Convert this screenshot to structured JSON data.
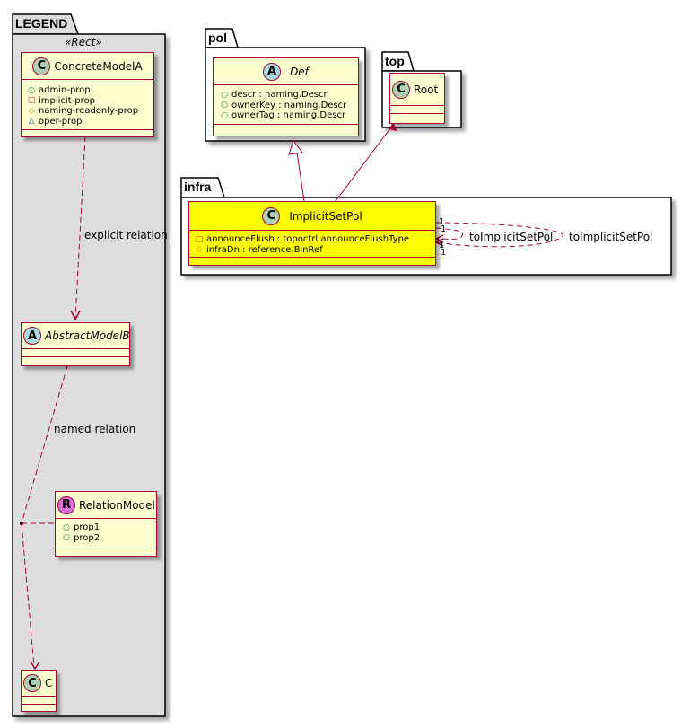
{
  "legend": {
    "package_name": "LEGEND",
    "stereotype": "«Rect»",
    "classes": {
      "concrete_model_a": {
        "kind": "C",
        "name": "ConcreteModelA",
        "attrs": [
          {
            "vis": "public",
            "symbol": "○",
            "text": "admin-prop"
          },
          {
            "vis": "private",
            "symbol": "□",
            "text": "implicit-prop"
          },
          {
            "vis": "protected",
            "symbol": "◇",
            "text": "naming-readonly-prop"
          },
          {
            "vis": "package",
            "symbol": "△",
            "text": "oper-prop"
          }
        ]
      },
      "abstract_model_b": {
        "kind": "A",
        "name": "AbstractModelB"
      },
      "relation_model": {
        "kind": "R",
        "name": "RelationModel",
        "attrs": [
          {
            "vis": "public",
            "symbol": "○",
            "text": "prop1"
          },
          {
            "vis": "public",
            "symbol": "○",
            "text": "prop2"
          }
        ]
      },
      "c": {
        "kind": "C",
        "name": "C"
      }
    },
    "relations": {
      "explicit": "explicit relation",
      "named": "named relation"
    }
  },
  "packages": {
    "pol": {
      "name": "pol",
      "class": {
        "kind": "A",
        "name": "Def",
        "attrs": [
          {
            "vis": "public",
            "symbol": "○",
            "text": "descr : naming.Descr"
          },
          {
            "vis": "public",
            "symbol": "○",
            "text": "ownerKey : naming.Descr"
          },
          {
            "vis": "public",
            "symbol": "○",
            "text": "ownerTag : naming.Descr"
          }
        ]
      }
    },
    "top": {
      "name": "top",
      "class": {
        "kind": "C",
        "name": "Root"
      }
    },
    "infra": {
      "name": "infra",
      "class": {
        "kind": "C",
        "name": "ImplicitSetPol",
        "highlight_color": "#FFFF00",
        "attrs": [
          {
            "vis": "private",
            "symbol": "□",
            "text": "announceFlush : topoctrl.announceFlushType"
          },
          {
            "vis": "protected",
            "symbol": "◇",
            "text": "infraDn : reference.BinRef"
          }
        ]
      }
    }
  },
  "self_relations": [
    {
      "label": "toImplicitSetPol",
      "mult_source": "1",
      "mult_target": "1"
    },
    {
      "label": "toImplicitSetPol",
      "mult_source": "1",
      "mult_target": "1"
    }
  ],
  "colors": {
    "class_fill": "#FEFECE",
    "class_border": "#A80036",
    "legend_fill": "#DDDDDD",
    "highlight": "#FFFF00"
  }
}
